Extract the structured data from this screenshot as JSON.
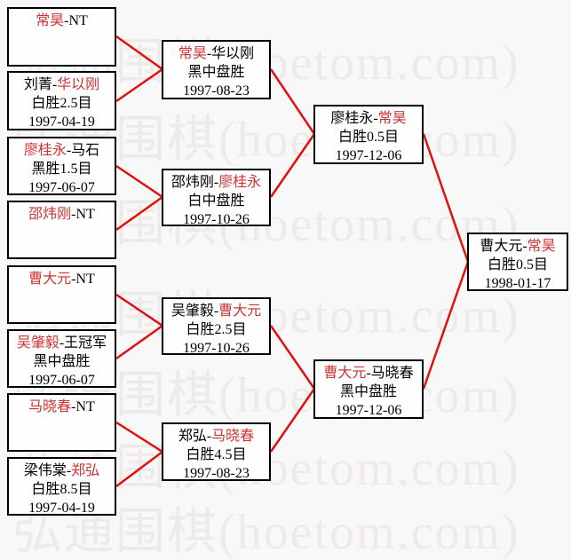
{
  "watermark": {
    "text": "弘通围棋(hoetom.com)",
    "color": "#eeeaea"
  },
  "colors": {
    "background": "#f9f8f8",
    "box_background": "#fefefe",
    "box_border": "#000000",
    "connector_line": "#e01010",
    "winner_name": "#cc3333",
    "normal_text": "#000000"
  },
  "bracket": {
    "round1": [
      {
        "a": "常昊",
        "sep": "-",
        "b": "NT",
        "a_color": "#cc3333",
        "b_color": "#000000",
        "result": "",
        "date": ""
      },
      {
        "a": "刘菁",
        "sep": "-",
        "b": "华以刚",
        "a_color": "#000000",
        "b_color": "#cc3333",
        "result": "白胜2.5目",
        "date": "1997-04-19"
      },
      {
        "a": "廖桂永",
        "sep": "-",
        "b": "马石",
        "a_color": "#cc3333",
        "b_color": "#000000",
        "result": "黑胜1.5目",
        "date": "1997-06-07"
      },
      {
        "a": "邵炜刚",
        "sep": "-",
        "b": "NT",
        "a_color": "#cc3333",
        "b_color": "#000000",
        "result": "",
        "date": ""
      },
      {
        "a": "曹大元",
        "sep": "-",
        "b": "NT",
        "a_color": "#cc3333",
        "b_color": "#000000",
        "result": "",
        "date": ""
      },
      {
        "a": "吴肇毅",
        "sep": "-",
        "b": "王冠军",
        "a_color": "#cc3333",
        "b_color": "#000000",
        "result": "黑中盘胜",
        "date": "1997-06-07"
      },
      {
        "a": "马晓春",
        "sep": "-",
        "b": "NT",
        "a_color": "#cc3333",
        "b_color": "#000000",
        "result": "",
        "date": ""
      },
      {
        "a": "梁伟棠",
        "sep": "-",
        "b": "郑弘",
        "a_color": "#000000",
        "b_color": "#cc3333",
        "result": "白胜8.5目",
        "date": "1997-04-19"
      }
    ],
    "round2": [
      {
        "a": "常昊",
        "sep": "-",
        "b": "华以刚",
        "a_color": "#cc3333",
        "b_color": "#000000",
        "result": "黑中盘胜",
        "date": "1997-08-23"
      },
      {
        "a": "邵炜刚",
        "sep": "-",
        "b": "廖桂永",
        "a_color": "#000000",
        "b_color": "#cc3333",
        "result": "白中盘胜",
        "date": "1997-10-26"
      },
      {
        "a": "吴肇毅",
        "sep": "-",
        "b": "曹大元",
        "a_color": "#000000",
        "b_color": "#cc3333",
        "result": "白胜2.5目",
        "date": "1997-10-26"
      },
      {
        "a": "郑弘",
        "sep": "-",
        "b": "马晓春",
        "a_color": "#000000",
        "b_color": "#cc3333",
        "result": "白胜4.5目",
        "date": "1997-08-23"
      }
    ],
    "semifinals": [
      {
        "a": "廖桂永",
        "sep": "-",
        "b": "常昊",
        "a_color": "#000000",
        "b_color": "#cc3333",
        "result": "白胜0.5目",
        "date": "1997-12-06"
      },
      {
        "a": "曹大元",
        "sep": "-",
        "b": "马晓春",
        "a_color": "#cc3333",
        "b_color": "#000000",
        "result": "黑中盘胜",
        "date": "1997-12-06"
      }
    ],
    "final": [
      {
        "a": "曹大元",
        "sep": "-",
        "b": "常昊",
        "a_color": "#000000",
        "b_color": "#cc3333",
        "result": "白胜0.5目",
        "date": "1998-01-17"
      }
    ]
  }
}
